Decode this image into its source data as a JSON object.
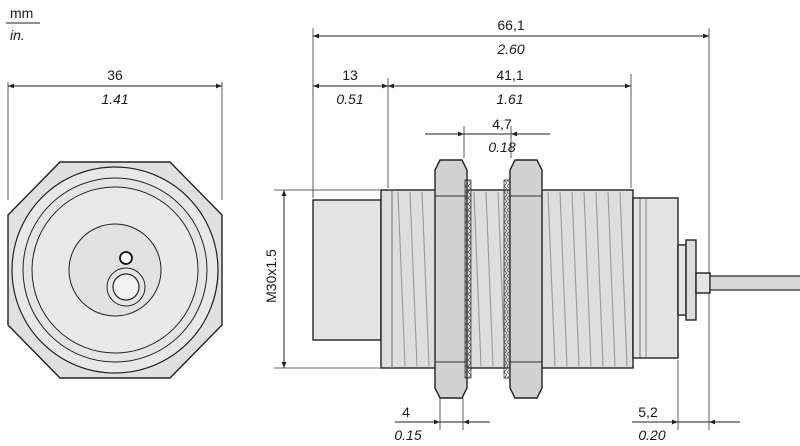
{
  "units": {
    "primary": "mm",
    "secondary": "in."
  },
  "front_view": {
    "width": {
      "mm": "36",
      "in": "1.41"
    }
  },
  "side_view": {
    "overall_length": {
      "mm": "66,1",
      "in": "2.60"
    },
    "sensing_face_length": {
      "mm": "13",
      "in": "0.51"
    },
    "threaded_length": {
      "mm": "41,1",
      "in": "1.61"
    },
    "nut_gap": {
      "mm": "4,7",
      "in": "0.18"
    },
    "nut_thickness": {
      "mm": "4",
      "in": "0.15"
    },
    "cable_end": {
      "mm": "5,2",
      "in": "0.20"
    },
    "thread_spec": "M30x1.5"
  },
  "colors": {
    "body_fill": "#e2e2e2",
    "body_dark": "#c9c9c9",
    "nut_fill": "#d4d4d4",
    "line": "#222222"
  }
}
